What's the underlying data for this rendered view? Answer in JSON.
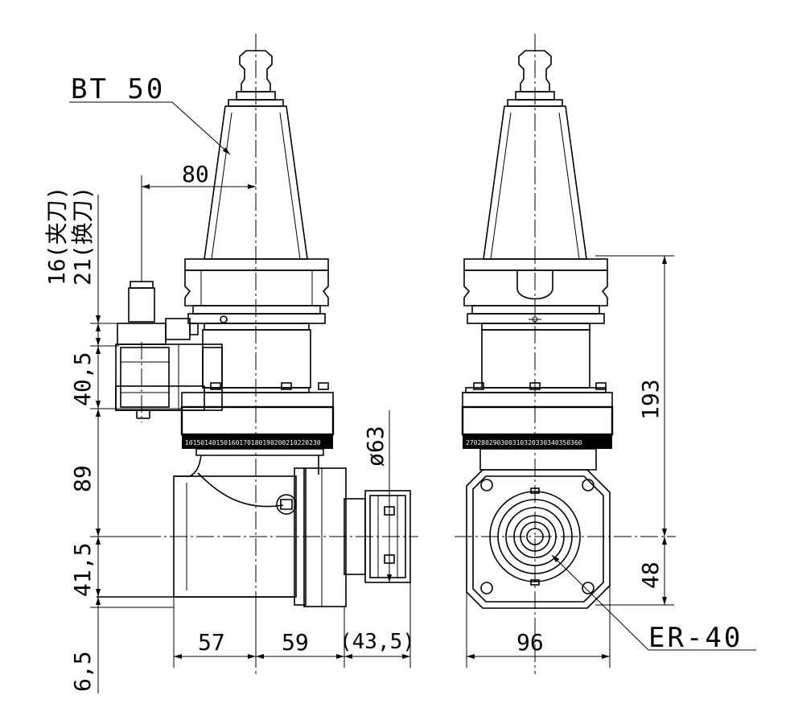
{
  "labels": {
    "taper": "BT 50",
    "collet": "ER-40"
  },
  "dimensions": {
    "d80": "80",
    "d16": "16(夹刀)",
    "d21": "21(换刀)",
    "d40_5": "40,5",
    "d89": "89",
    "d41_5": "41,5",
    "d6_5": "6,5",
    "d63": "ø63",
    "d193": "193",
    "d48": "48",
    "d57": "57",
    "d59": "59",
    "d43_5": "(43,5)",
    "d96": "96"
  },
  "scales": {
    "left": "10150140150160170180190200210220230",
    "right": "270280290300310320330340350360"
  }
}
